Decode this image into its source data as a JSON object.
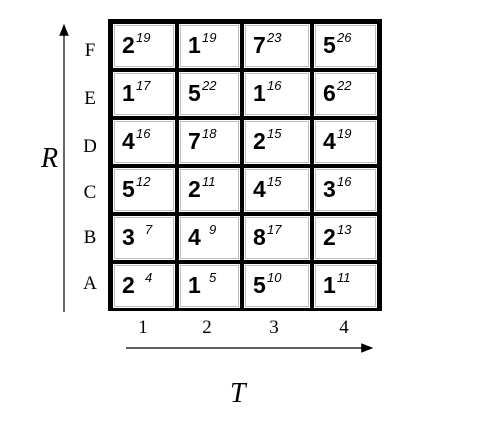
{
  "axes": {
    "vertical_label": "R",
    "horizontal_label": "T"
  },
  "row_labels": [
    "F",
    "E",
    "D",
    "C",
    "B",
    "A"
  ],
  "column_labels": [
    "1",
    "2",
    "3",
    "4"
  ],
  "rows": [
    {
      "row": "F",
      "cells": [
        {
          "value": "2",
          "sup": "19"
        },
        {
          "value": "1",
          "sup": "19"
        },
        {
          "value": "7",
          "sup": "23"
        },
        {
          "value": "5",
          "sup": "26"
        }
      ]
    },
    {
      "row": "E",
      "cells": [
        {
          "value": "1",
          "sup": "17"
        },
        {
          "value": "5",
          "sup": "22"
        },
        {
          "value": "1",
          "sup": "16"
        },
        {
          "value": "6",
          "sup": "22"
        }
      ]
    },
    {
      "row": "D",
      "cells": [
        {
          "value": "4",
          "sup": "16"
        },
        {
          "value": "7",
          "sup": "18"
        },
        {
          "value": "2",
          "sup": "15"
        },
        {
          "value": "4",
          "sup": "19"
        }
      ]
    },
    {
      "row": "C",
      "cells": [
        {
          "value": "5",
          "sup": "12"
        },
        {
          "value": "2",
          "sup": "11"
        },
        {
          "value": "4",
          "sup": "15"
        },
        {
          "value": "3",
          "sup": "16"
        }
      ]
    },
    {
      "row": "B",
      "cells": [
        {
          "value": "3",
          "sup": "7"
        },
        {
          "value": "4",
          "sup": "9"
        },
        {
          "value": "8",
          "sup": "17"
        },
        {
          "value": "2",
          "sup": "13"
        }
      ]
    },
    {
      "row": "A",
      "cells": [
        {
          "value": "2",
          "sup": "4"
        },
        {
          "value": "1",
          "sup": "5"
        },
        {
          "value": "5",
          "sup": "10"
        },
        {
          "value": "1",
          "sup": "11"
        }
      ]
    }
  ]
}
